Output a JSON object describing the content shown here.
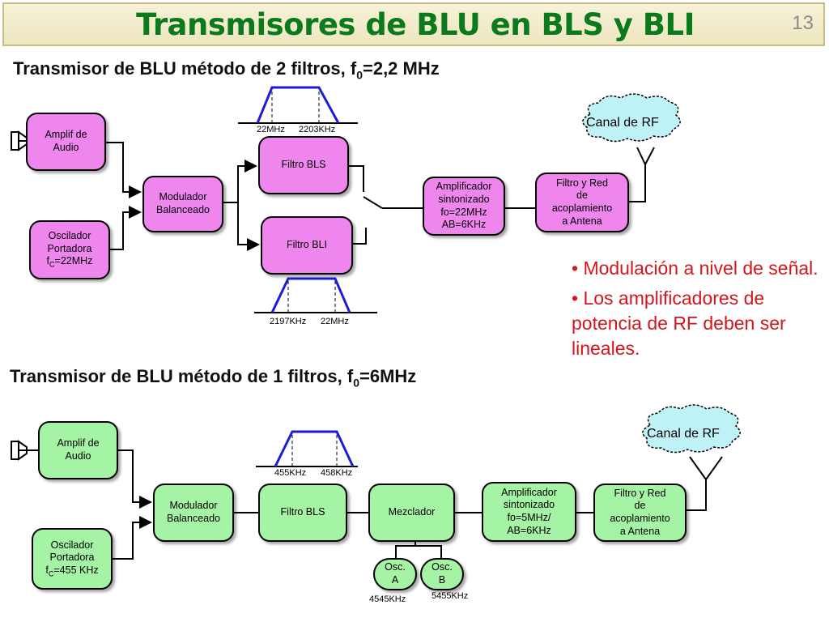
{
  "title": "Transmisores de BLU en BLS y BLI",
  "page_number": "13",
  "diagram1": {
    "heading": "Transmisor de BLU método de 2 filtros, f",
    "heading_sub": "0",
    "heading_tail": "=2,2 MHz",
    "audio_amp": "Amplif de\nAudio",
    "oscillator_main": "Oscilador\nPortadora\nf",
    "oscillator_sub": "C",
    "oscillator_tail": "=22MHz",
    "modulator": "Modulador\nBalanceado",
    "filter_bls": "Filtro BLS",
    "filter_bli": "Filtro BLI",
    "tuned_amp": "Amplificador\nsintonizado\nfo=22MHz\nAB=6KHz",
    "filter_net": "Filtro y Red\nde\nacoplamiento\na Antena",
    "channel": "Canal de RF",
    "bls_freq_low": "22MHz",
    "bls_freq_high": "2203KHz",
    "bli_freq_low": "2197KHz",
    "bli_freq_high": "22MHz"
  },
  "diagram2": {
    "heading": "Transmisor de BLU método de 1 filtros, f",
    "heading_sub": "0",
    "heading_tail": "=6MHz",
    "audio_amp": "Amplif de\nAudio",
    "oscillator_main": "Oscilador\nPortadora\nf",
    "oscillator_sub": "C",
    "oscillator_tail": "=455 KHz",
    "modulator": "Modulador\nBalanceado",
    "filter_bls": "Filtro BLS",
    "mixer": "Mezclador",
    "osc_a": "Osc.\nA",
    "osc_b": "Osc.\nB",
    "tuned_amp": "Amplificador\nsintonizado\nfo=5MHz/\nAB=6KHz",
    "filter_net": "Filtro y Red\nde\nacoplamiento\na Antena",
    "channel": "Canal de RF",
    "bls_freq_low": "455KHz",
    "bls_freq_high": "458KHz",
    "osc_a_freq": "4545KHz",
    "osc_b_freq": "5455KHz"
  },
  "bullets": [
    "• Modulación a nivel de señal.",
    "• Los amplificadores de potencia de RF deben ser lineales."
  ],
  "colors": {
    "title_green": "#0b7a1c",
    "block_pink": "#ef86ee",
    "block_green": "#a5f3a5",
    "cloud_blue": "#bff2f7",
    "bullet_red": "#d4161c",
    "filter_blue": "#1c1cd6"
  }
}
